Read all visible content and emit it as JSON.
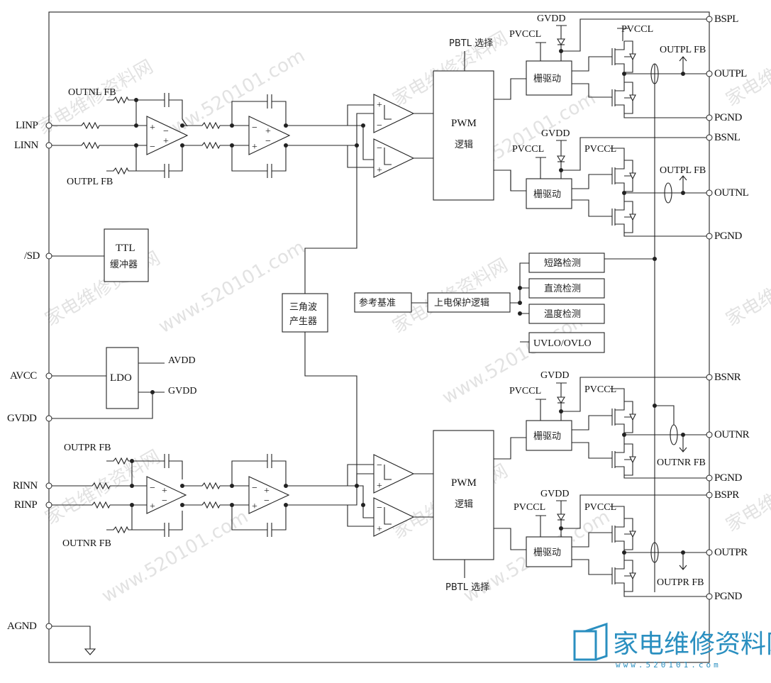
{
  "pins_left": {
    "linp": "LINP",
    "linn": "LINN",
    "sd": "/SD",
    "avcc": "AVCC",
    "gvdd": "GVDD",
    "rinn": "RINN",
    "rinp": "RINP",
    "agnd": "AGND"
  },
  "pins_right": {
    "bspl": "BSPL",
    "outpl": "OUTPL",
    "pgnd1": "PGND",
    "bsnl": "BSNL",
    "outnl": "OUTNL",
    "pgnd2": "PGND",
    "bsnr": "BSNR",
    "outnr": "OUTNR",
    "pgnd3": "PGND",
    "bspr": "BSPR",
    "outpr": "OUTPR",
    "pgnd4": "PGND"
  },
  "feedback_labels": {
    "outnl_fb": "OUTNL FB",
    "outpl_fb_left": "OUTPL FB",
    "outpr_fb_left": "OUTPR FB",
    "outnr_fb_left": "OUTNR FB",
    "outpl_fb_right1": "OUTPL FB",
    "outpl_fb_right2": "OUTPL FB",
    "outnr_fb_right": "OUTNR FB",
    "outpr_fb_right": "OUTPR FB"
  },
  "blocks": {
    "pwm_top": "PWM",
    "pwm_top_cn": "逻辑",
    "pwm_bottom": "PWM",
    "pwm_bottom_cn": "逻辑",
    "ttl": "TTL",
    "ttl_cn": "缓冲器",
    "ldo": "LDO",
    "triangle_1": "三角波",
    "triangle_2": "产生器",
    "reference": "参考基准",
    "power_protect": "上电保护逻辑",
    "short_detect": "短路检测",
    "dc_detect": "直流检测",
    "temp_detect": "温度检测",
    "uvlo": "UVLO/OVLO",
    "gate_drive": "栅驱动",
    "pbtl_top": "PBTL 选择",
    "pbtl_bottom": "PBTL 选择"
  },
  "supply_labels": {
    "gvdd": "GVDD",
    "pvccl": "PVCCL",
    "avdd": "AVDD"
  },
  "watermark": {
    "site_cn": "家电维修资料网",
    "site_url": "www.520101.com",
    "logo_cn": "家电维修资料网",
    "logo_url": "www.520101.com"
  },
  "colors": {
    "line": "#222222",
    "watermark": "#d6d6d6",
    "logo": "#2a8fc0"
  }
}
